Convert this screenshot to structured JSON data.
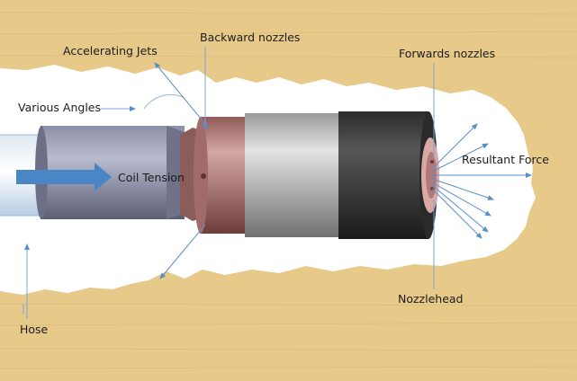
{
  "diagram": {
    "labels": {
      "accelerating_jets": "Accelerating Jets",
      "backward_nozzles": "Backward nozzles",
      "forwards_nozzles": "Forwards nozzles",
      "various_angles": "Various Angles",
      "coil_tension": "Coil Tension",
      "resultant_force": "Resultant Force",
      "nozzlehead": "Nozzlehead",
      "hose": "Hose"
    },
    "colors": {
      "background": "#e7c98a",
      "hose_blue": "#b8d3ea",
      "arrow_blue": "#4a86c5",
      "copper": "#b07a78",
      "silver": "#c8c8c8",
      "dark_body": "#3a3a3a"
    }
  }
}
